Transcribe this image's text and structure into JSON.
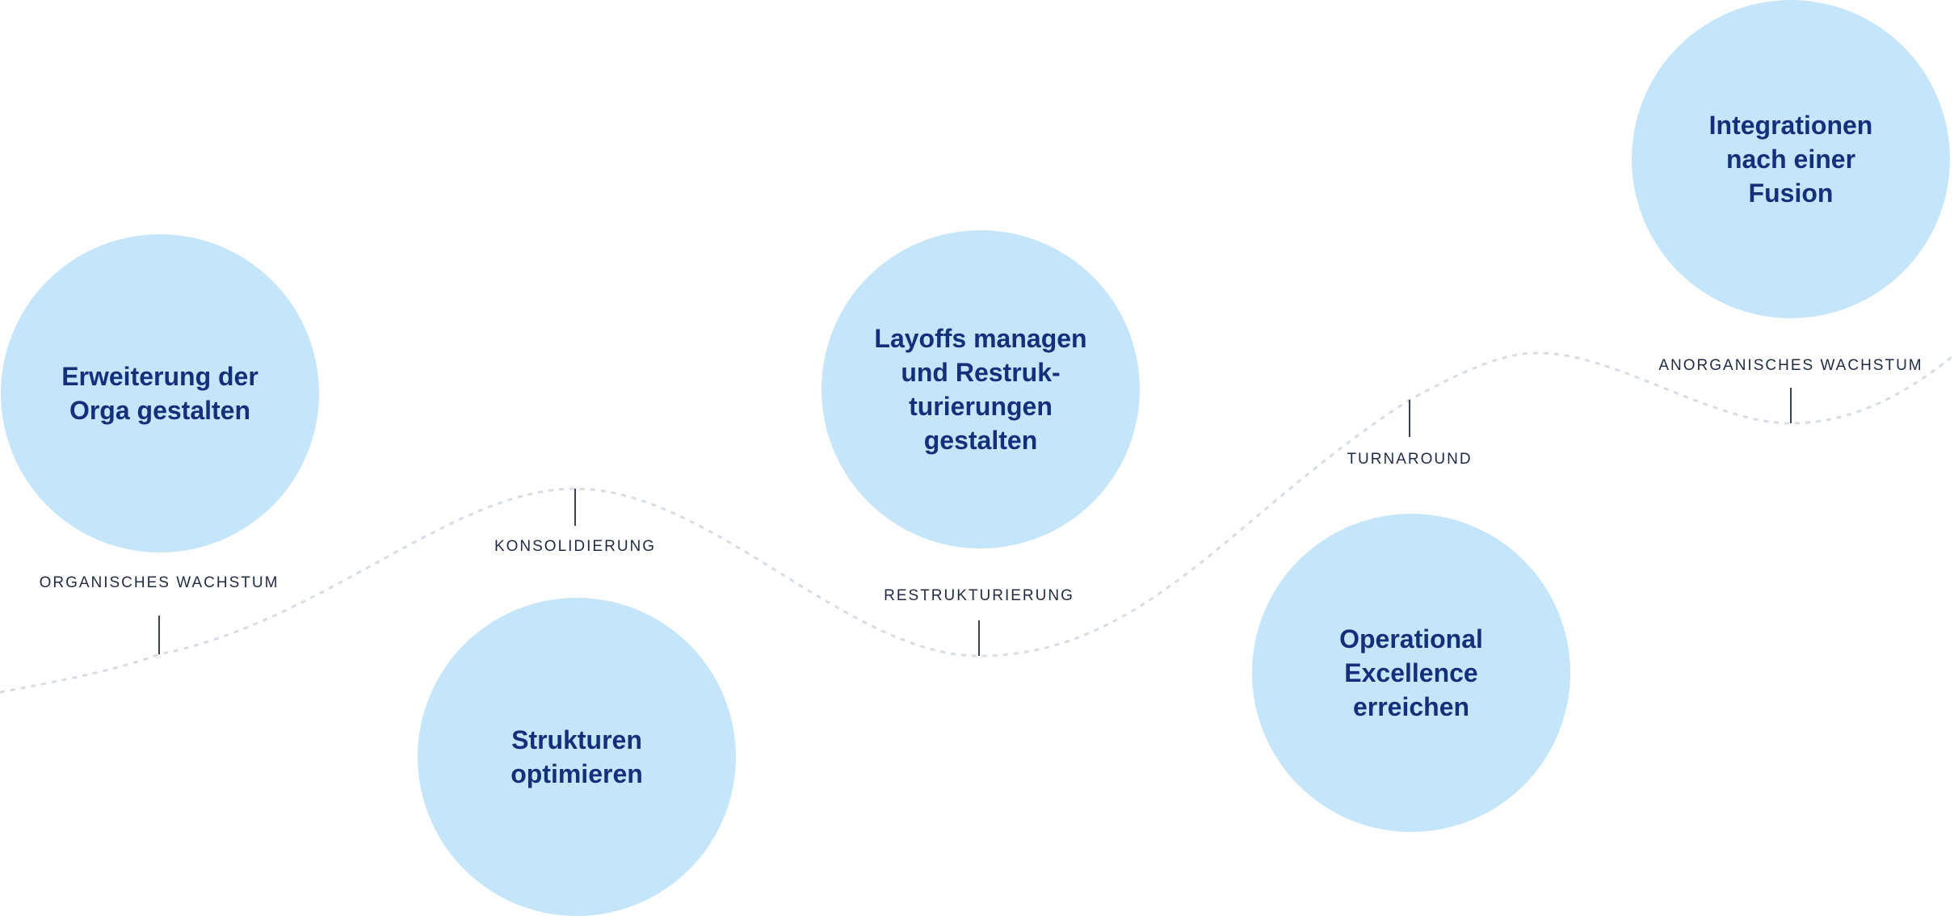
{
  "colors": {
    "circle_fill": "#c5e6fa",
    "circle_text": "#15307a",
    "label_text": "#1f2b44",
    "tick": "#3a4150",
    "wave": "#d7dde4"
  },
  "circles": [
    {
      "text": "Erweiterung der\nOrga gestalten"
    },
    {
      "text": "Strukturen\noptimieren"
    },
    {
      "text": "Layoffs managen\nund Restruk-\nturierungen\ngestalten"
    },
    {
      "text": "Operational\nExcellence\nerreichen"
    },
    {
      "text": "Integrationen\nnach einer\nFusion"
    }
  ],
  "phases": [
    {
      "label": "ORGANISCHES WACHSTUM"
    },
    {
      "label": "KONSOLIDIERUNG"
    },
    {
      "label": "RESTRUKTURIERUNG"
    },
    {
      "label": "TURNAROUND"
    },
    {
      "label": "ANORGANISCHES WACHSTUM"
    }
  ]
}
